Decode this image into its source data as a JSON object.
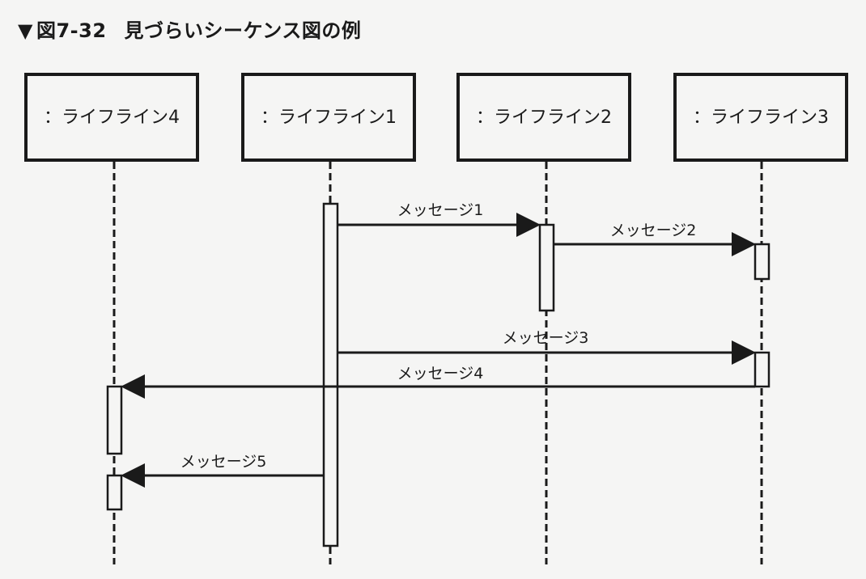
{
  "caption": {
    "marker": "▼",
    "number": "図7-32",
    "title": "見づらいシーケンス図の例"
  },
  "lifelines": [
    {
      "id": "L4",
      "label": "：ライフライン4"
    },
    {
      "id": "L1",
      "label": "：ライフライン1"
    },
    {
      "id": "L2",
      "label": "：ライフライン2"
    },
    {
      "id": "L3",
      "label": "：ライフライン3"
    }
  ],
  "messages": [
    {
      "id": "m1",
      "label": "メッセージ1",
      "from": "L1",
      "to": "L2"
    },
    {
      "id": "m2",
      "label": "メッセージ2",
      "from": "L2",
      "to": "L3"
    },
    {
      "id": "m3",
      "label": "メッセージ3",
      "from": "L1",
      "to": "L3"
    },
    {
      "id": "m4",
      "label": "メッセージ4",
      "from": "L3",
      "to": "L4"
    },
    {
      "id": "m5",
      "label": "メッセージ5",
      "from": "L1",
      "to": "L4"
    }
  ],
  "colors": {
    "line": "#1a1a1a",
    "box_fill": "#f5f5f4",
    "activation_fill": "#f5f5f4"
  }
}
